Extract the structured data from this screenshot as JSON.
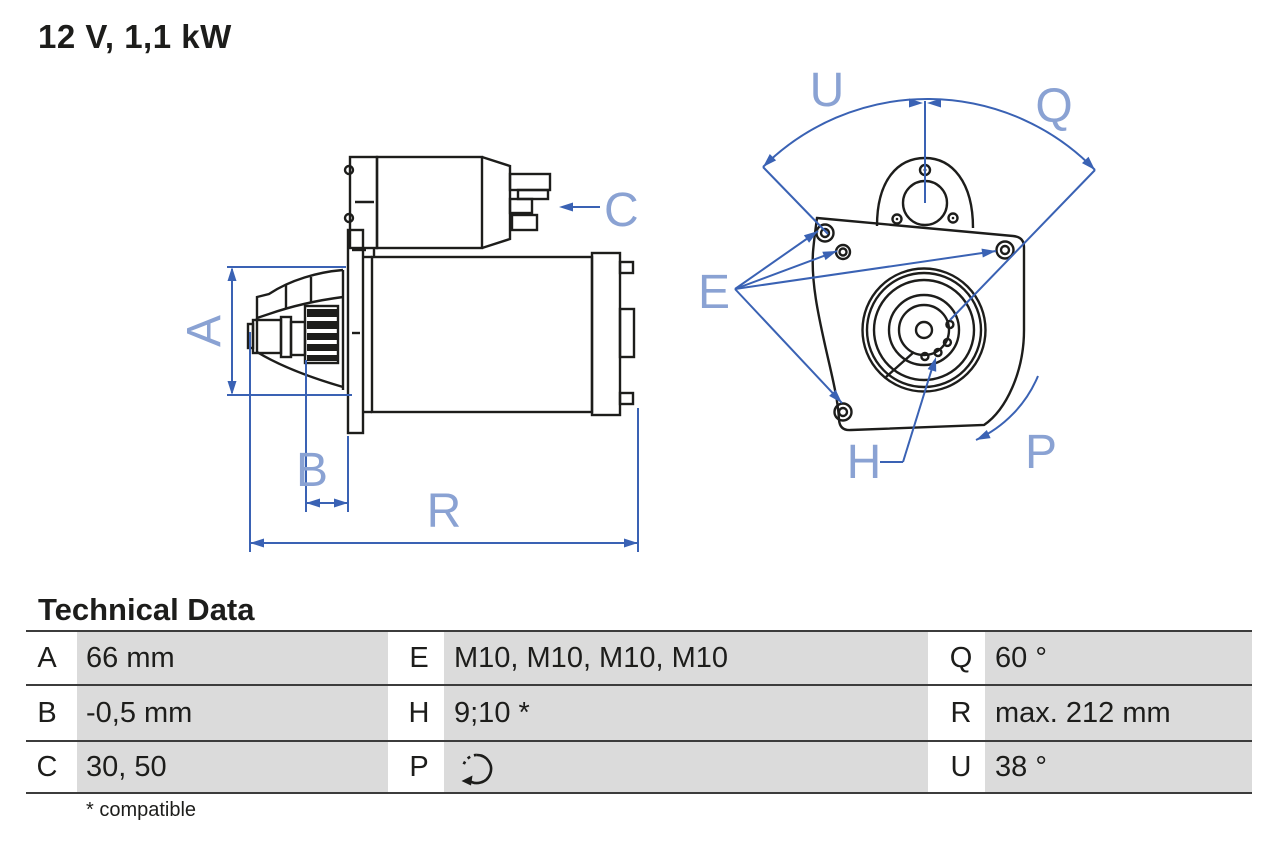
{
  "header": {
    "title": "12 V, 1,1 kW"
  },
  "diagram": {
    "side_view": {
      "labels": {
        "A": "A",
        "B": "B",
        "C": "C",
        "R": "R"
      }
    },
    "front_view": {
      "labels": {
        "E": "E",
        "H": "H",
        "P": "P",
        "Q": "Q",
        "U": "U"
      }
    },
    "colors": {
      "drawing_line": "#1d1d1b",
      "dimension_line": "#3a62b4",
      "dimension_label": "#8aa2d3"
    }
  },
  "table": {
    "title": "Technical Data",
    "rows": [
      {
        "cells": [
          {
            "key": "A",
            "value": "66 mm"
          },
          {
            "key": "E",
            "value": "M10, M10, M10, M10"
          },
          {
            "key": "Q",
            "value": "60 °"
          }
        ]
      },
      {
        "cells": [
          {
            "key": "B",
            "value": "-0,5 mm"
          },
          {
            "key": "H",
            "value": "9;10 *"
          },
          {
            "key": "R",
            "value": "max. 212 mm"
          }
        ]
      },
      {
        "cells": [
          {
            "key": "C",
            "value": ""
          },
          {
            "key": "C_value",
            "value": "30, 50"
          },
          {
            "key": "P",
            "value": ""
          },
          {
            "key": "U",
            "value": "38 °"
          }
        ]
      }
    ],
    "row3": {
      "c_key": "C",
      "c_value": "30, 50",
      "p_key": "P",
      "u_key": "U",
      "u_value": "38 °"
    },
    "icons": {
      "p_value": "rotation-direction-icon"
    },
    "footnote": "* compatible",
    "value_cell_color": "#dbdbdb"
  }
}
